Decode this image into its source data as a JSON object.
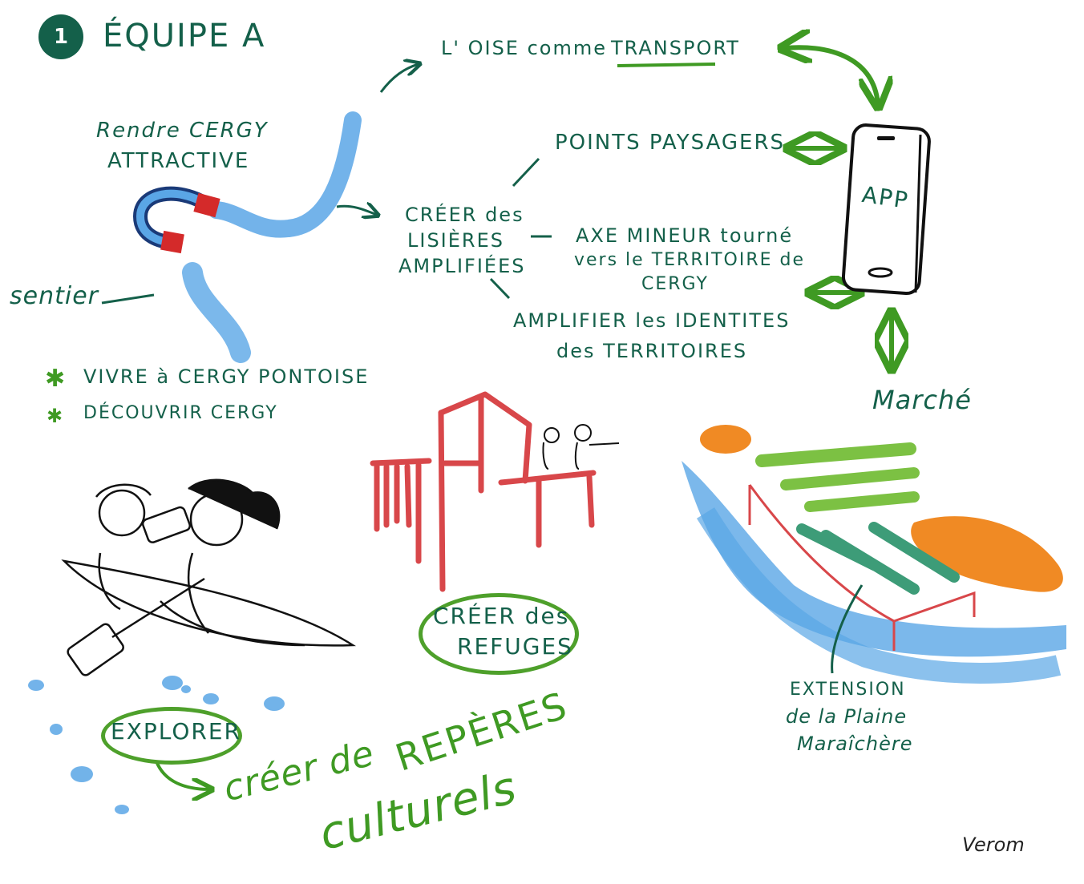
{
  "team": {
    "number": "1",
    "title": "ÉQUIPE A"
  },
  "goal": {
    "line1": "Rendre CERGY",
    "line2": "ATTRACTIVE"
  },
  "path_label": "sentier",
  "list": [
    "VIVRE à CERGY PONTOISE",
    "DÉCOUVRIR CERGY"
  ],
  "hub": {
    "line1": "CRÉER des",
    "line2": "LISIÈRES",
    "line3": "AMPLIFIÉES"
  },
  "transport": {
    "prefix": "L' OISE comme",
    "emph": "TRANSPORT"
  },
  "landscape": "POINTS PAYSAGERS",
  "axis": {
    "line1": "AXE MINEUR tourné",
    "line2": "vers le TERRITOIRE de",
    "line3": "CERGY"
  },
  "identities": {
    "line1": "AMPLIFIER les IDENTITES",
    "line2": "des TERRITOIRES"
  },
  "phone_label": "APP",
  "market": "Marché",
  "refuges": {
    "line1": "CRÉER des",
    "line2": "REFUGES"
  },
  "explorer": "EXPLORER",
  "reperes": {
    "part1": "créer de",
    "part2": "REPÈRES",
    "part3": "culturels"
  },
  "plaine": {
    "line1": "EXTENSION",
    "line2": "de la Plaine",
    "line3": "Maraîchère"
  },
  "signature": "Verom",
  "colors": {
    "teal_text": "#14604a",
    "green_text": "#3f9a23",
    "river_blue": "#5aa6e6",
    "magnet_red": "#d42a2a",
    "building_red": "#d8474a",
    "orange": "#f08a24",
    "field_green": "#7cc143",
    "field_teal": "#3d9c78"
  }
}
